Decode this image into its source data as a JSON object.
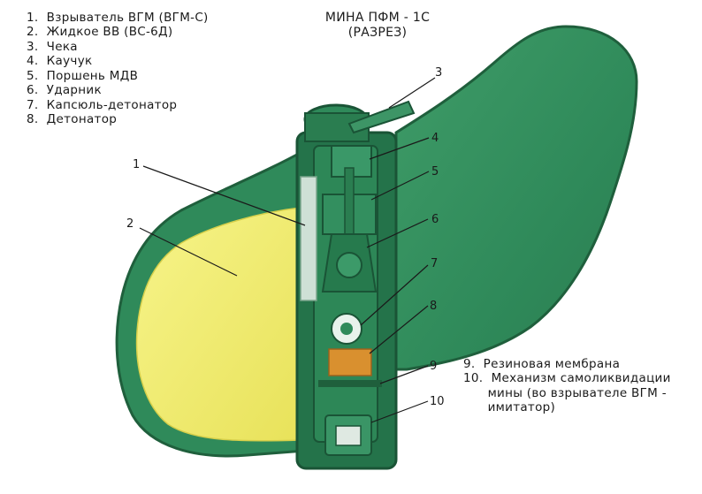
{
  "title": {
    "line1": "МИНА ПФМ - 1С",
    "line2": "(РАЗРЕЗ)"
  },
  "legend_top": [
    {
      "num": "1.",
      "text": "Взрыватель ВГМ (ВГМ-С)"
    },
    {
      "num": "2.",
      "text": "Жидкое ВВ (ВС-6Д)"
    },
    {
      "num": "3.",
      "text": "Чека"
    },
    {
      "num": "4.",
      "text": "Каучук"
    },
    {
      "num": "5.",
      "text": "Поршень МДВ"
    },
    {
      "num": "6.",
      "text": "Ударник"
    },
    {
      "num": "7.",
      "text": "Капсюль-детонатор"
    },
    {
      "num": "8.",
      "text": "Детонатор"
    }
  ],
  "legend_bottom": [
    {
      "num": "9.",
      "text": "Резиновая мембрана"
    },
    {
      "num": "10.",
      "text": "Механизм самоликвидации"
    },
    {
      "num": "",
      "text": "мины (во взрывателе ВГМ -"
    },
    {
      "num": "",
      "text": "имитатор)"
    }
  ],
  "callouts": [
    "1",
    "2",
    "3",
    "4",
    "5",
    "6",
    "7",
    "8",
    "9",
    "10"
  ],
  "colors": {
    "body_green": "#2f8a5a",
    "body_dark": "#1f5f3c",
    "explosive_yellow": "#f2ee68",
    "fuze_gray": "#cfe0d6",
    "detonator_orange": "#d9902f",
    "leader_line": "#1a1a1a"
  }
}
